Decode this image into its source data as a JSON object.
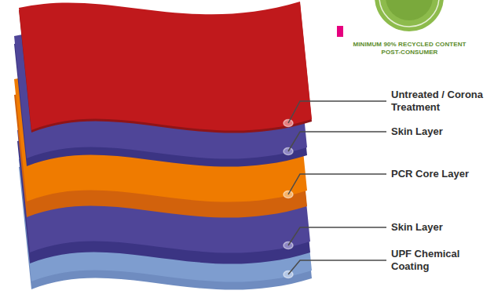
{
  "diagram": {
    "labels": [
      "MINIMUM 90% RECYCLED CONTENT POST-CONSUMER",
      "Untreated / Corona Treatment",
      "Skin Layer",
      "PCR Core Layer",
      "Skin Layer",
      "UPF Chemical Coating"
    ]
  }
}
